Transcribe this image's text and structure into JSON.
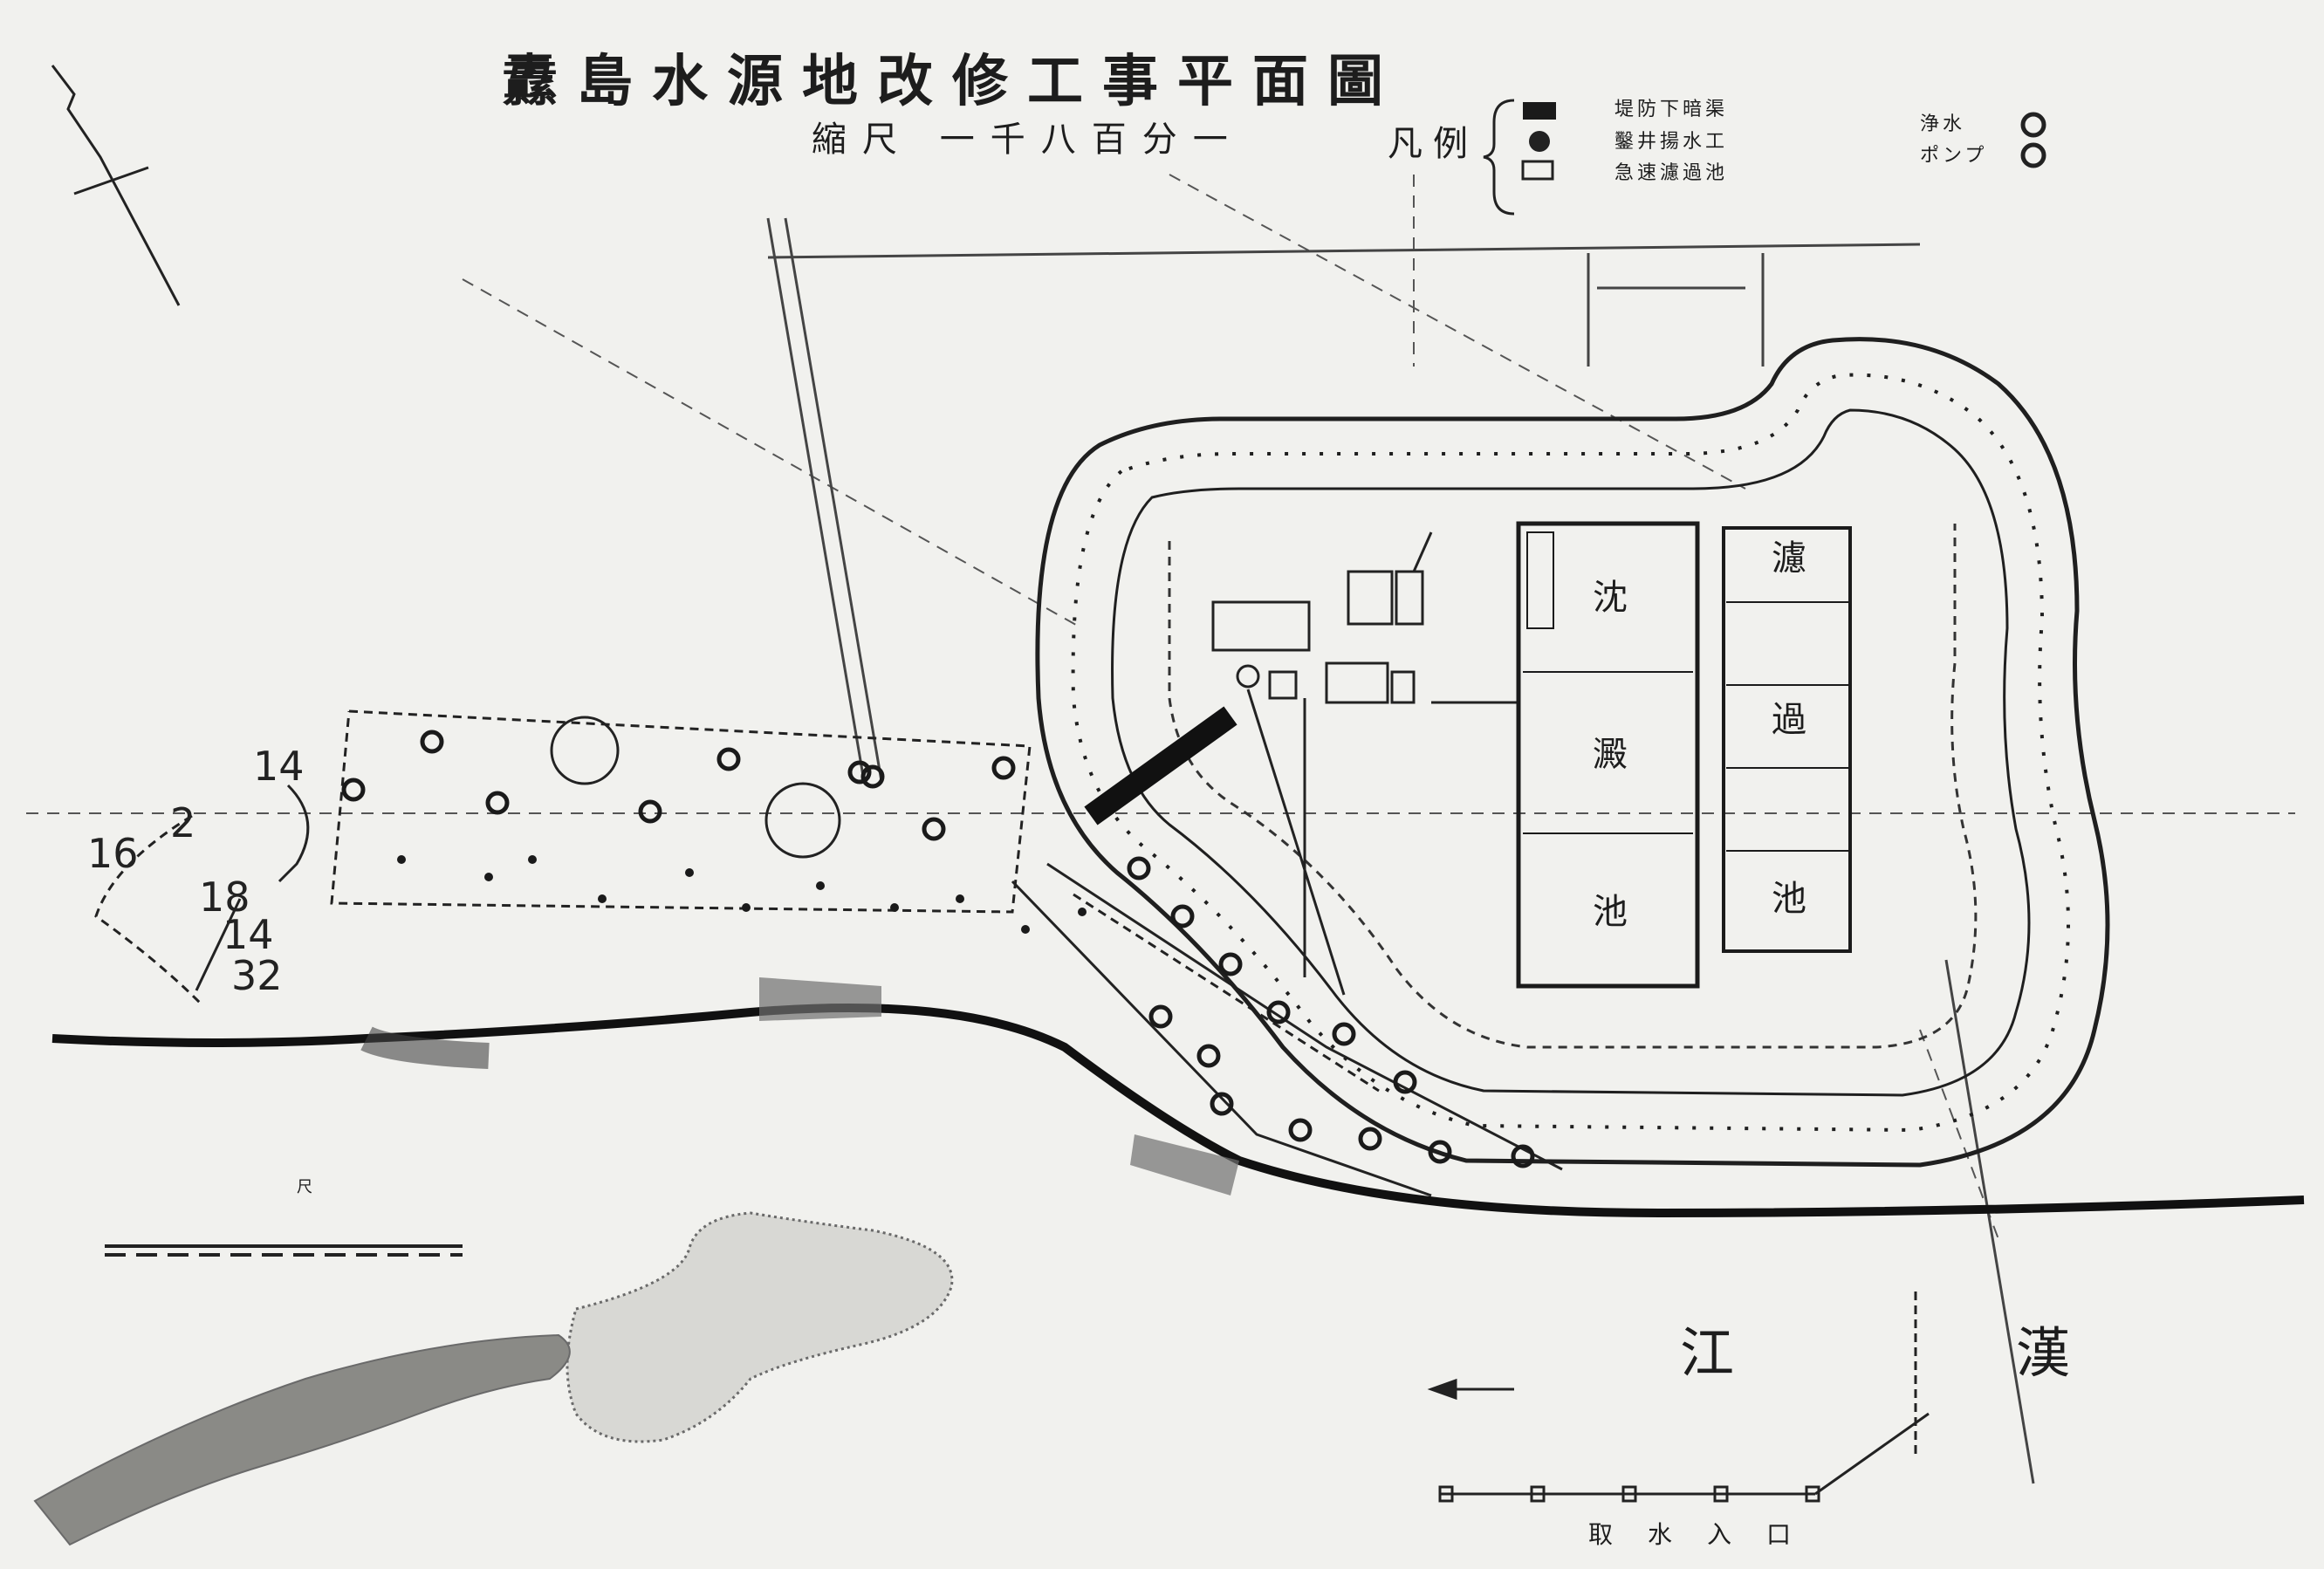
{
  "map": {
    "title": "纛島水源地改修工事平面圖",
    "scale": "縮尺 一千八百分一",
    "legend_heading": "凡例",
    "legend_items": [
      {
        "label": "堤防下暗渠"
      },
      {
        "label": "鑿井揚水工"
      },
      {
        "label": "急速濾過池"
      }
    ],
    "legend_side_labels": [
      "浄水",
      "ポンプ"
    ],
    "pond_labels": {
      "settling": [
        "沈",
        "澱",
        "池"
      ],
      "filter": [
        "濾",
        "過",
        "池"
      ]
    },
    "river_label": [
      "漢",
      "江"
    ],
    "intake_label": "取水入口",
    "scale_bar_label": "尺",
    "handwritten": [
      "16",
      "2",
      "14",
      "18",
      "14",
      "32"
    ],
    "colors": {
      "ink": "#1d1d1d",
      "paper": "#f1f1ee",
      "shade": "#6f6f6f"
    },
    "icons": [
      "north-arrow-icon",
      "river-flow-arrow-icon",
      "well-marker-icon"
    ]
  }
}
